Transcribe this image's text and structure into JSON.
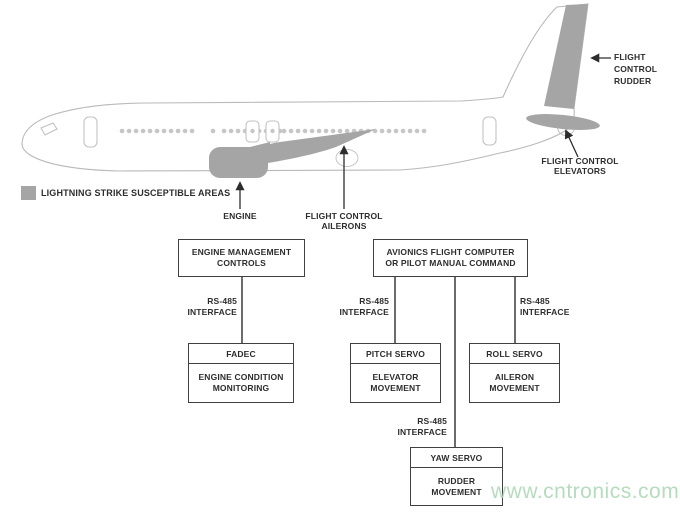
{
  "legend": {
    "swatch_color": "#a5a5a5",
    "label": "LIGHTNING STRIKE SUSCEPTIBLE AREAS"
  },
  "aircraft": {
    "labels": {
      "engine": "ENGINE",
      "ailerons": "FLIGHT CONTROL\nAILERONS",
      "elevators": "FLIGHT CONTROL\nELEVATORS",
      "rudder": "FLIGHT\nCONTROL\nRUDDER"
    }
  },
  "flowchart": {
    "interface_label": "RS-485\nINTERFACE",
    "boxes": {
      "engine_management": {
        "title": "ENGINE MANAGEMENT\nCONTROLS"
      },
      "avionics": {
        "title": "AVIONICS FLIGHT COMPUTER\nOR PILOT MANUAL COMMAND"
      },
      "fadec": {
        "header": "FADEC",
        "body": "ENGINE CONDITION\nMONITORING"
      },
      "pitch_servo": {
        "header": "PITCH SERVO",
        "body": "ELEVATOR\nMOVEMENT"
      },
      "roll_servo": {
        "header": "ROLL SERVO",
        "body": "AILERON\nMOVEMENT"
      },
      "yaw_servo": {
        "header": "YAW SERVO",
        "body": "RUDDER\nMOVEMENT"
      }
    }
  },
  "watermark": {
    "text": "www.cntronics.com",
    "color": "#a9d7b2"
  },
  "colors": {
    "susceptible_area": "#a5a5a5",
    "outline": "#b9b9b9",
    "text": "#2d2d2d",
    "box_border": "#404040"
  }
}
